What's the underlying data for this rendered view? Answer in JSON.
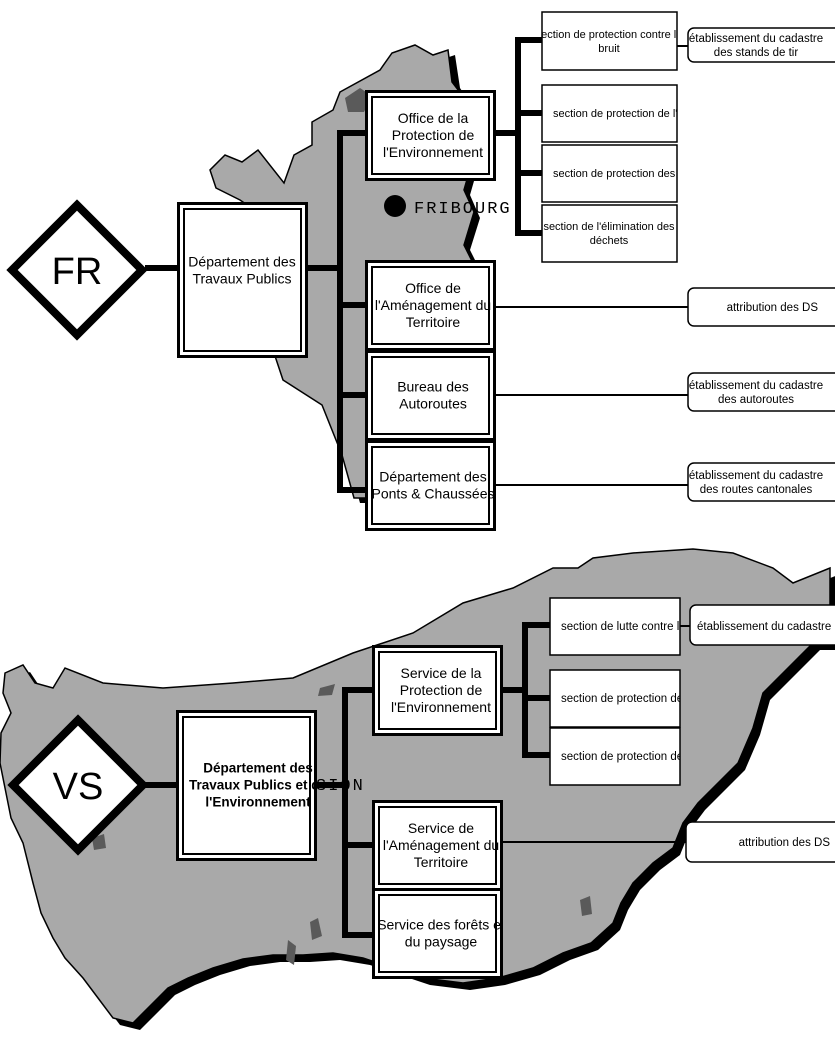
{
  "fribourg": {
    "canton": "FR",
    "city": "FRIBOURG",
    "department": [
      "Département des",
      "Travaux Publics"
    ],
    "offices": [
      {
        "id": "env",
        "lines": [
          "Office de la",
          "Protection de",
          "l'Environnement"
        ]
      },
      {
        "id": "amenagement",
        "lines": [
          "Office de",
          "l'Aménagement du",
          "Territoire"
        ]
      },
      {
        "id": "autoroutes",
        "lines": [
          "Bureau des",
          "Autoroutes"
        ]
      },
      {
        "id": "ponts",
        "lines": [
          "Département des",
          "Ponts & Chaussées"
        ]
      }
    ],
    "sections": [
      {
        "id": "bruit",
        "lines": [
          "section de protection contre le",
          "bruit"
        ]
      },
      {
        "id": "air",
        "lines": [
          "section de protection de l'air"
        ]
      },
      {
        "id": "eaux",
        "lines": [
          "section de protection des eaux"
        ]
      },
      {
        "id": "dechets",
        "lines": [
          "section de l'élimination des",
          "déchets"
        ]
      }
    ],
    "outputs": [
      {
        "id": "stands",
        "lines": [
          "établissement du cadastre",
          "des stands de tir"
        ]
      },
      {
        "id": "ds",
        "lines": [
          "attribution des DS"
        ]
      },
      {
        "id": "autoroutes",
        "lines": [
          "établissement du cadastre",
          "des autoroutes"
        ]
      },
      {
        "id": "routes",
        "lines": [
          "établissement du cadastre",
          "des routes cantonales"
        ]
      }
    ]
  },
  "valais": {
    "canton": "VS",
    "city_fragment": "SION",
    "department": [
      "Département des",
      "Travaux Publics et de",
      "l'Environnement"
    ],
    "services": [
      {
        "id": "env",
        "lines": [
          "Service de la",
          "Protection de",
          "l'Environnement"
        ]
      },
      {
        "id": "amenagement",
        "lines": [
          "Service de",
          "l'Aménagement du",
          "Territoire"
        ]
      },
      {
        "id": "forets",
        "lines": [
          "Service des forêts et",
          "du paysage"
        ]
      }
    ],
    "sections": [
      {
        "id": "lutte",
        "lines": [
          "section de lutte contre le bruit"
        ]
      },
      {
        "id": "eau",
        "lines": [
          "section de protection de l'eau"
        ]
      },
      {
        "id": "air",
        "lines": [
          "section de protection de l'air"
        ]
      }
    ],
    "outputs": [
      {
        "id": "cadastre",
        "lines": [
          "établissement du cadastre"
        ]
      },
      {
        "id": "ds",
        "lines": [
          "attribution des DS"
        ]
      }
    ]
  },
  "colors": {
    "map_fill": "#a9a9a9",
    "map_shadow": "#000000",
    "box_fill": "#ffffff",
    "line": "#000000",
    "lake": "#5a5a5a"
  }
}
